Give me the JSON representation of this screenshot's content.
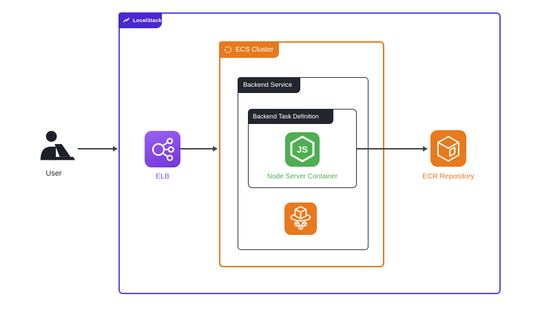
{
  "diagram": {
    "containers": {
      "localstack": {
        "label": "LocalStack",
        "border_color": "#5747EE",
        "tab_color": "#4A28D2"
      },
      "ecs_cluster": {
        "label": "ECS Cluster",
        "color": "#E8791D"
      },
      "backend_service": {
        "label": "Backend Service",
        "color": "#22262E"
      },
      "backend_task_definition": {
        "label": "Backend Task Definition",
        "color": "#22262E"
      }
    },
    "nodes": {
      "user": {
        "label": "User",
        "icon": "user-laptop-icon",
        "color": "#1D2127"
      },
      "elb": {
        "label": "ELB",
        "icon": "elb-load-balancer-icon",
        "color": "#8A4BEF"
      },
      "node_server": {
        "label": "Node Server Container",
        "icon": "nodejs-hexagon-icon",
        "badge_text": "JS",
        "color": "#4CAF50"
      },
      "ecs_service": {
        "icon": "ecs-service-icon",
        "color": "#E8791D"
      },
      "ecr": {
        "label": "ECR Repository",
        "icon": "ecr-repository-icon",
        "color": "#E8791D"
      }
    },
    "arrows": [
      {
        "from": "user",
        "to": "localstack"
      },
      {
        "from": "elb",
        "to": "ecs_cluster"
      },
      {
        "from": "backend_task_definition",
        "to": "ecr"
      }
    ],
    "arrow_color": "#3F444B",
    "background": "#FFFFFF"
  }
}
